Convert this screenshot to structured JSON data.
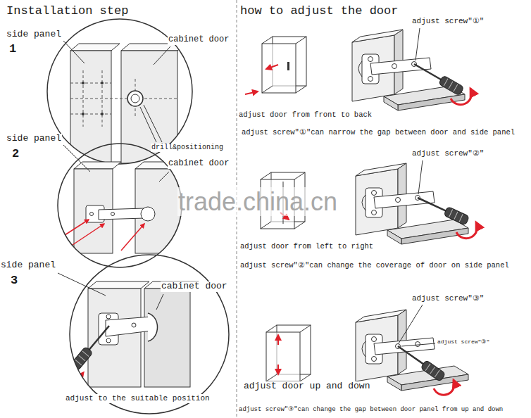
{
  "diagram": {
    "labels": [
      "Installation step",
      "how to adjust the door",
      "side panel",
      "1",
      "cabinet door",
      "drill&positioning",
      "side panel",
      "2",
      "cabinet door",
      "trade.china.cn",
      "side panel",
      "3",
      "cabinet door",
      "adjust to the suitable position",
      "adjust screw\"①\"",
      "adjust door from front to back",
      "adjust screw\"①\"can narrow the gap between door and side panel",
      "adjust screw\"②\"",
      "adjust door from left to right",
      "adjust screw\"②\"can change the coverage of door on side panel",
      "adjust screw\"③\"",
      "adjust screw\"③\"",
      "adjust door up and down",
      "adjust screw\"③\"can change the gap between door panel from up and down"
    ]
  }
}
